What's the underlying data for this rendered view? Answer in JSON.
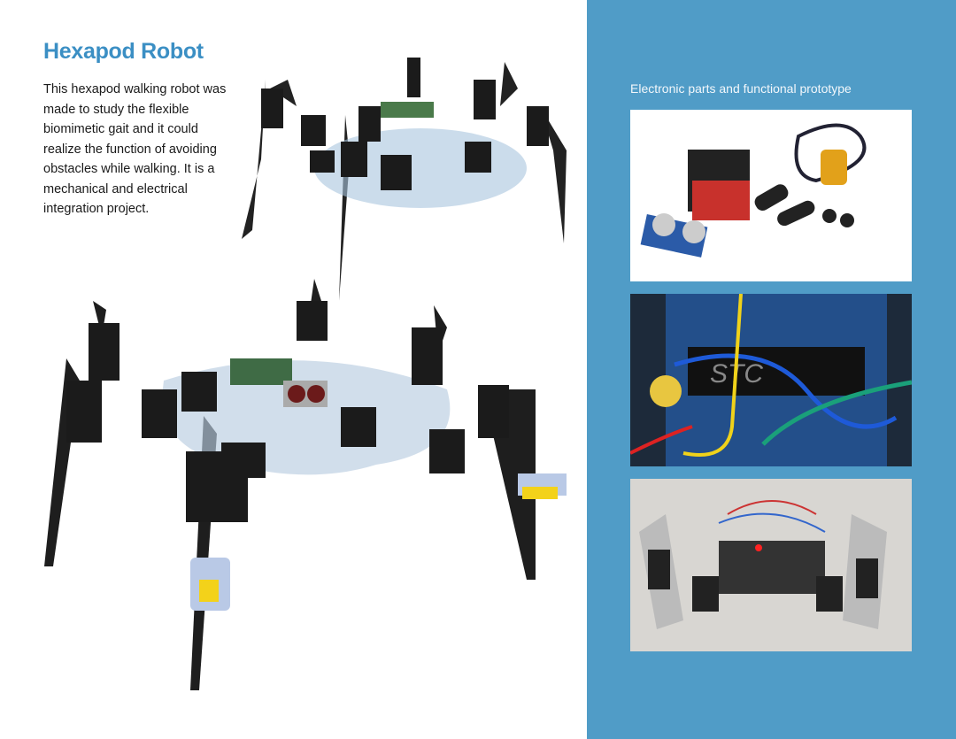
{
  "left": {
    "title": "Hexapod Robot",
    "description": "This hexapod walking robot was made to study the flexible biomimetic gait and it could realize the function of avoiding obstacles while walking. It is a mechanical and electrical integration project."
  },
  "right": {
    "heading": "Electronic parts and functional prototype",
    "chip_label": "STC"
  },
  "colors": {
    "accent": "#3b8fc4",
    "panel": "#509cc7"
  }
}
